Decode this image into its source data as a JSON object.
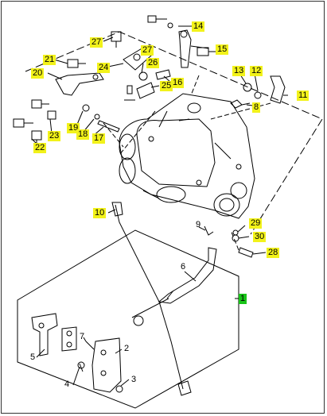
{
  "colors": {
    "callout_yellow": "#f2f21a",
    "callout_green": "#18c418",
    "line": "#000000"
  },
  "callouts": [
    {
      "id": "c14",
      "label": "14",
      "style": "yellow"
    },
    {
      "id": "c27a",
      "label": "27",
      "style": "yellow"
    },
    {
      "id": "c27b",
      "label": "27",
      "style": "yellow"
    },
    {
      "id": "c15",
      "label": "15",
      "style": "yellow"
    },
    {
      "id": "c21",
      "label": "21",
      "style": "yellow"
    },
    {
      "id": "c24",
      "label": "24",
      "style": "yellow"
    },
    {
      "id": "c26",
      "label": "26",
      "style": "yellow"
    },
    {
      "id": "c20",
      "label": "20",
      "style": "yellow"
    },
    {
      "id": "c25",
      "label": "25",
      "style": "yellow"
    },
    {
      "id": "c16",
      "label": "16",
      "style": "yellow"
    },
    {
      "id": "c13",
      "label": "13",
      "style": "yellow"
    },
    {
      "id": "c12",
      "label": "12",
      "style": "yellow"
    },
    {
      "id": "c11",
      "label": "11",
      "style": "yellow"
    },
    {
      "id": "c8",
      "label": "8",
      "style": "yellow"
    },
    {
      "id": "c19",
      "label": "19",
      "style": "yellow"
    },
    {
      "id": "c18",
      "label": "18",
      "style": "yellow"
    },
    {
      "id": "c17",
      "label": "17",
      "style": "yellow"
    },
    {
      "id": "c23",
      "label": "23",
      "style": "yellow"
    },
    {
      "id": "c22",
      "label": "22",
      "style": "yellow"
    },
    {
      "id": "c10",
      "label": "10",
      "style": "yellow"
    },
    {
      "id": "c9",
      "label": "9",
      "style": "plain"
    },
    {
      "id": "c29",
      "label": "29",
      "style": "yellow"
    },
    {
      "id": "c30",
      "label": "30",
      "style": "yellow"
    },
    {
      "id": "c28",
      "label": "28",
      "style": "yellow"
    },
    {
      "id": "c6",
      "label": "6",
      "style": "plain"
    },
    {
      "id": "c1",
      "label": "1",
      "style": "green"
    },
    {
      "id": "c7",
      "label": "7",
      "style": "plain"
    },
    {
      "id": "c2",
      "label": "2",
      "style": "plain"
    },
    {
      "id": "c5",
      "label": "5",
      "style": "plain"
    },
    {
      "id": "c4",
      "label": "4",
      "style": "plain"
    },
    {
      "id": "c3",
      "label": "3",
      "style": "plain"
    }
  ]
}
